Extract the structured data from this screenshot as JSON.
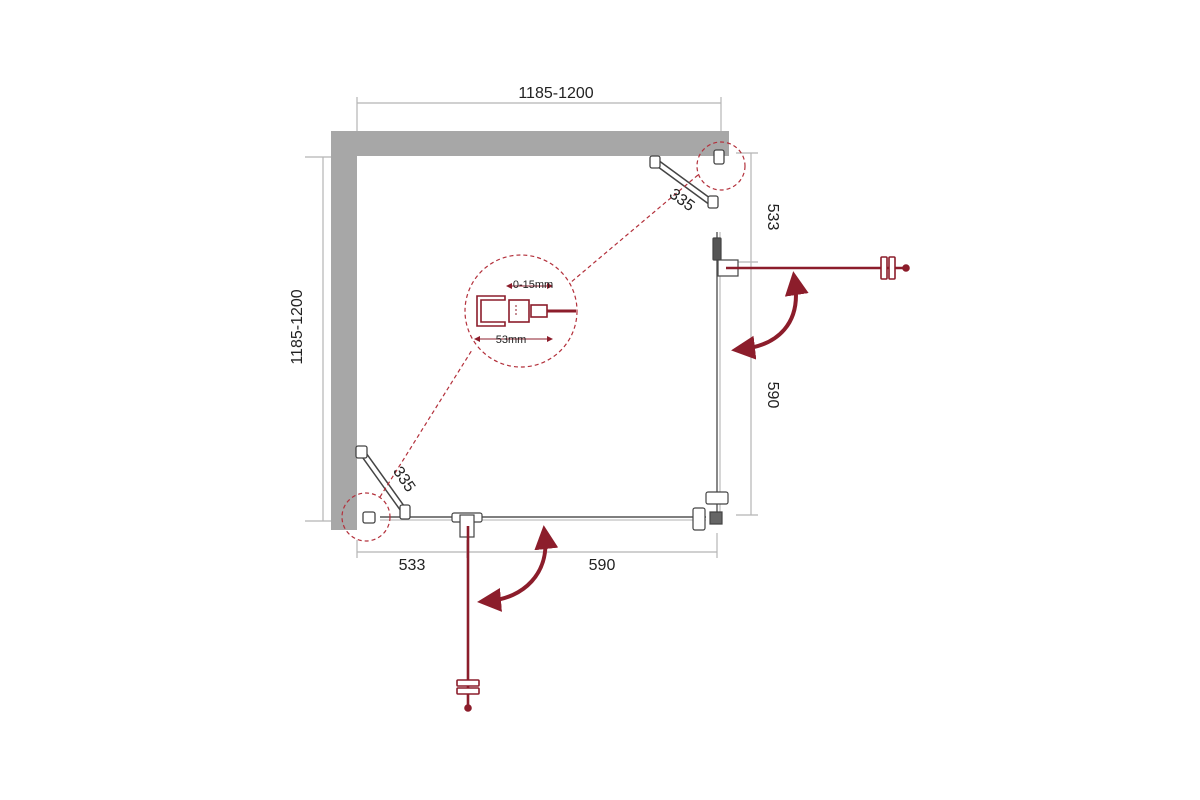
{
  "dimensions": {
    "top_width": "1185-1200",
    "left_height": "1185-1200",
    "right_upper": "533",
    "right_lower": "590",
    "bottom_left": "533",
    "bottom_right": "590",
    "hinge_top_right": "335",
    "hinge_bottom_left": "335"
  },
  "detail": {
    "gap": "0-15mm",
    "profile_width": "53mm"
  },
  "colors": {
    "wall": "#a7a7a7",
    "door": "#8c1d2b",
    "dimension_line": "#b5b5b5",
    "dashed": "#b3303b",
    "text": "#222222"
  }
}
